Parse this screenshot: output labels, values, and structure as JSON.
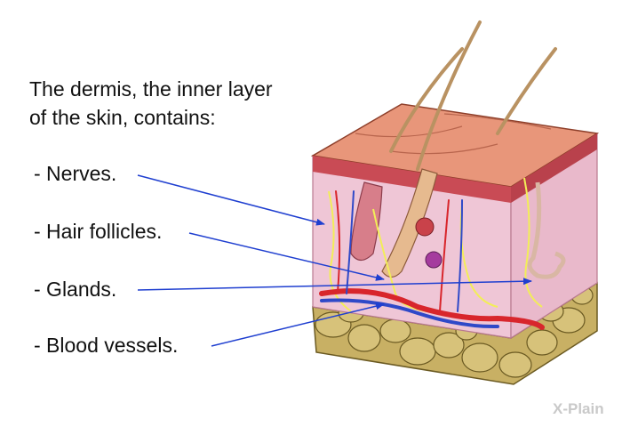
{
  "intro": {
    "line1": "The dermis, the inner layer",
    "line2": "of the skin, contains:"
  },
  "labels": [
    {
      "key": "nerves",
      "text": "- Nerves."
    },
    {
      "key": "hair",
      "text": "- Hair follicles."
    },
    {
      "key": "glands",
      "text": "- Glands."
    },
    {
      "key": "blood",
      "text": "- Blood vessels."
    }
  ],
  "logo": {
    "text": "X-Plain"
  },
  "colors": {
    "pointer": "#1f3fd0",
    "epidermis": "#e8967a",
    "dermis": "#efc6d6",
    "fat": "#c8b064",
    "nerve": "#f2ee58",
    "artery": "#d8262c",
    "vein": "#2f49c8"
  }
}
